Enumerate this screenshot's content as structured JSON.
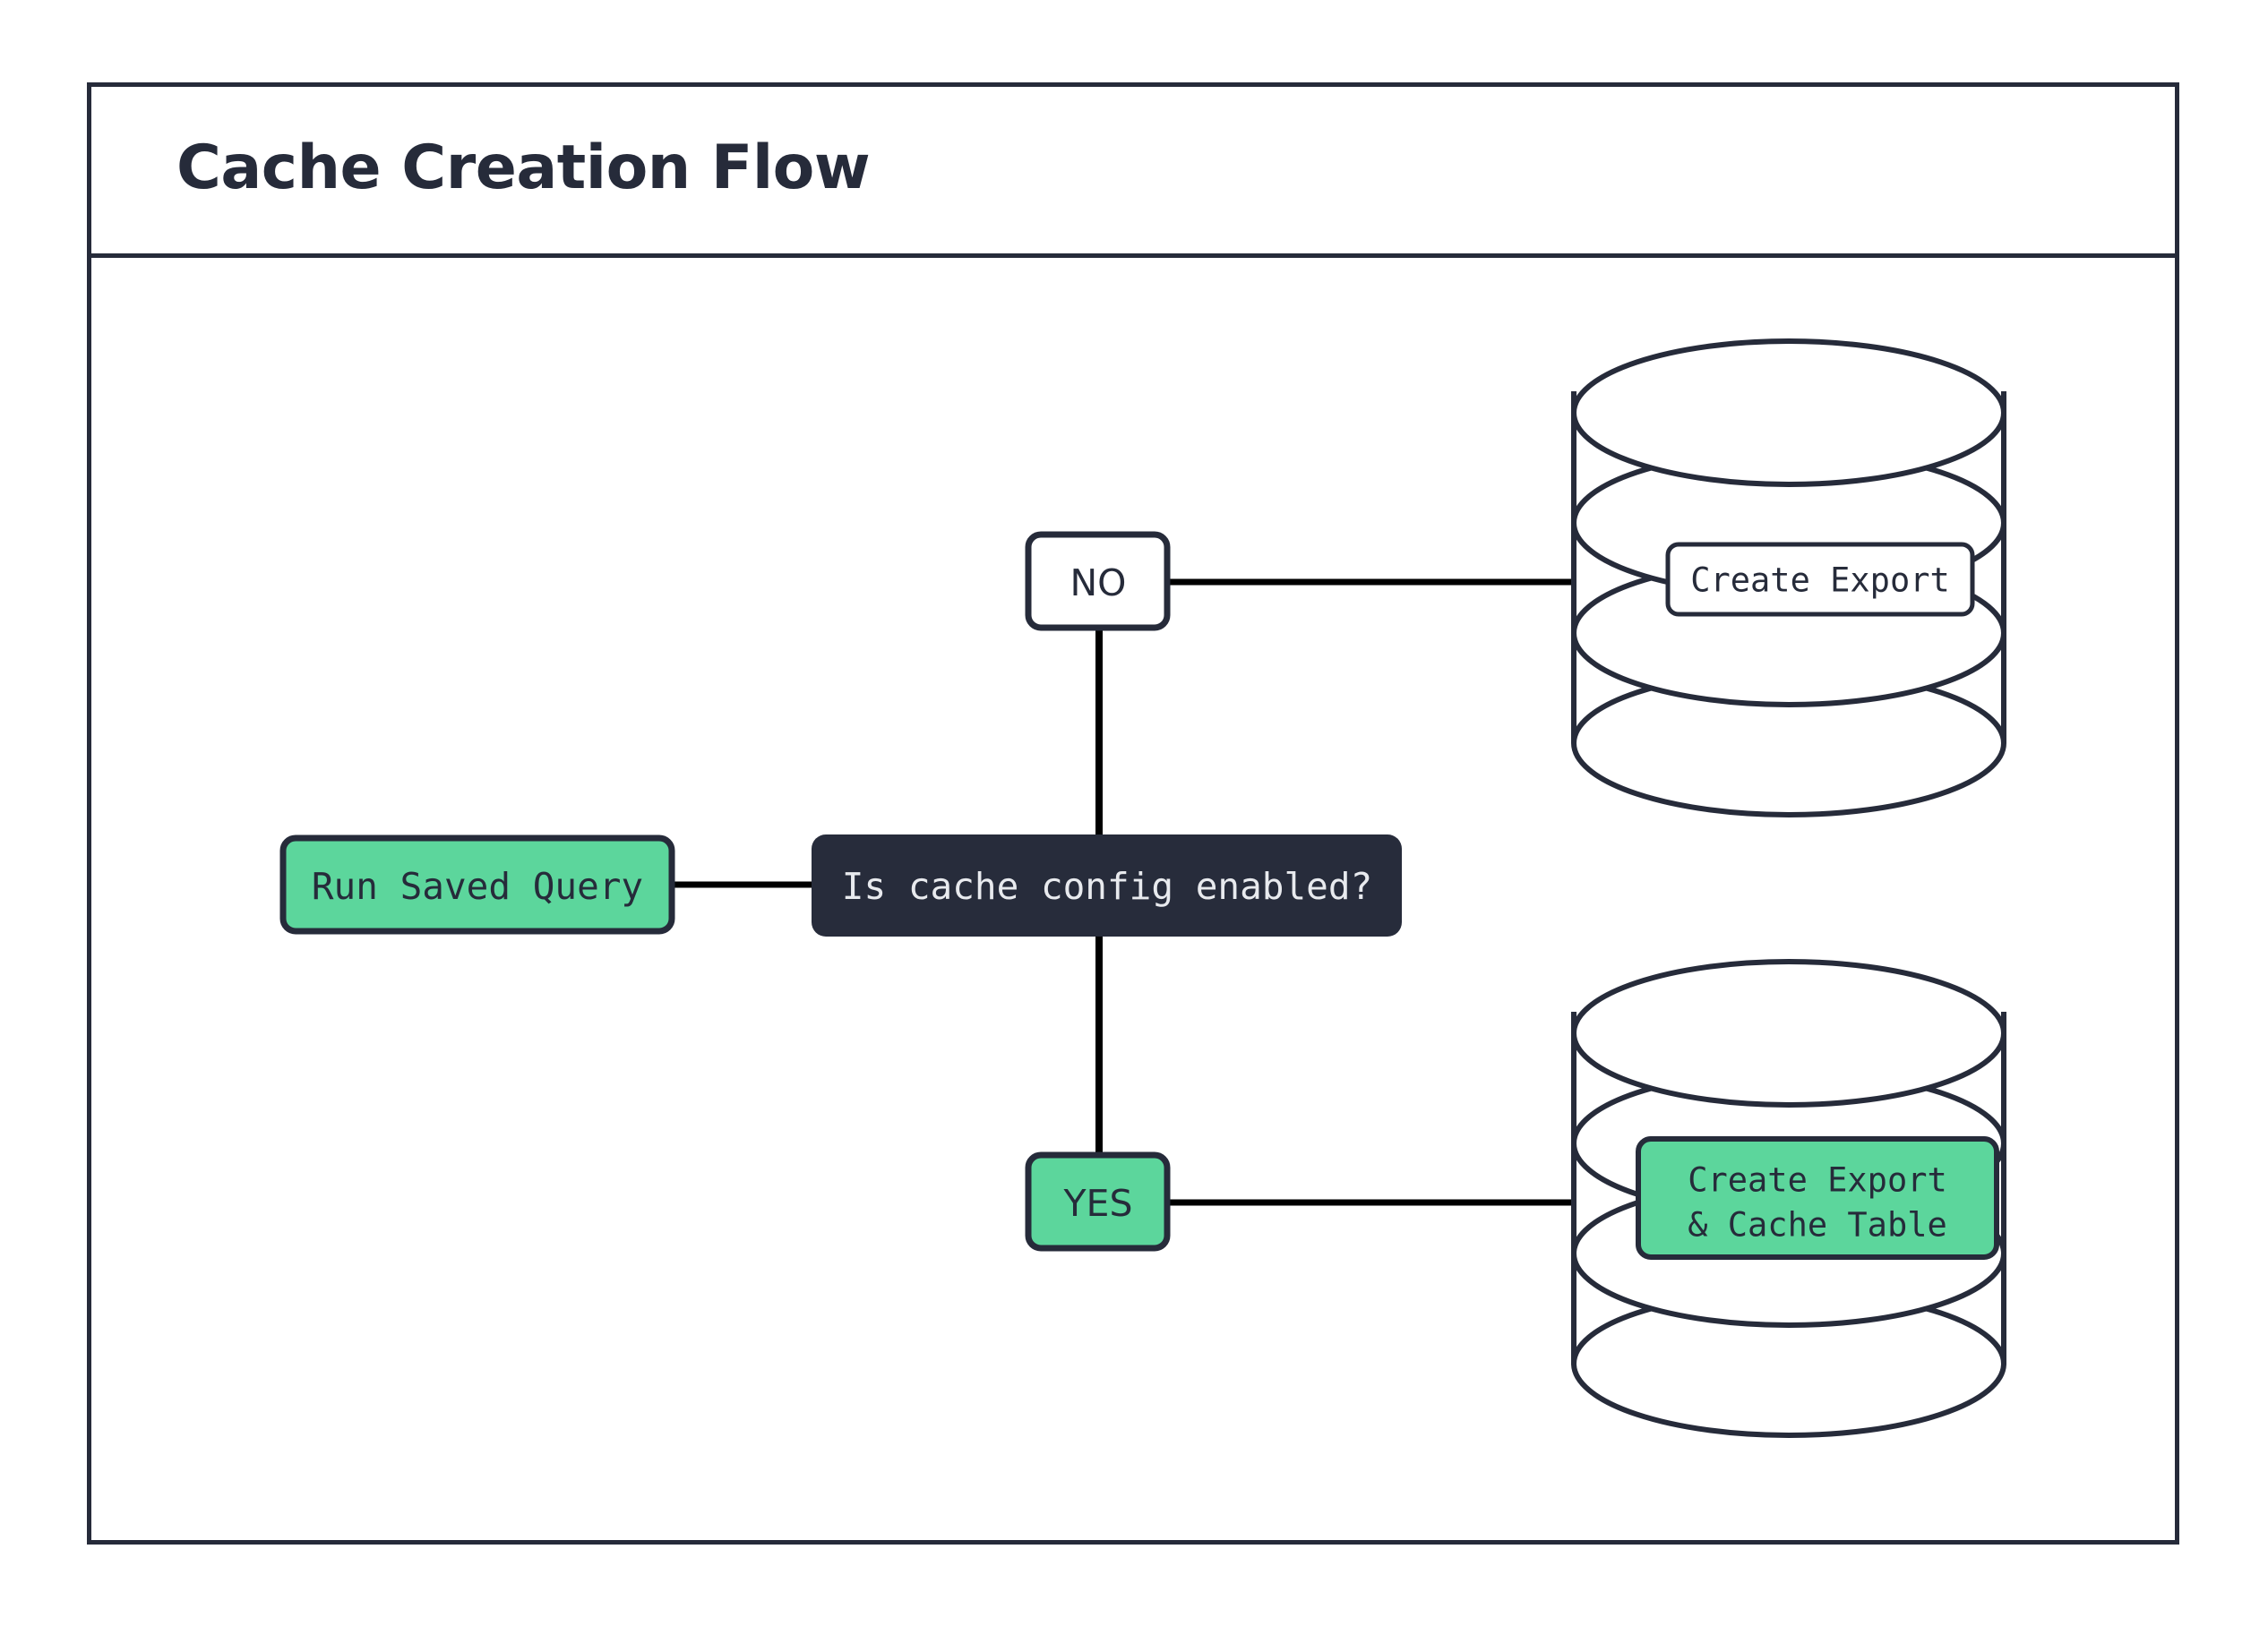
{
  "frame": {
    "title": "Cache Creation Flow"
  },
  "colors": {
    "ink": "#262b3a",
    "green": "#5cd69c",
    "dark_fill": "#272c3b",
    "white": "#ffffff",
    "line": "#000000"
  },
  "diagram": {
    "type": "flowchart",
    "nodes": [
      {
        "id": "run-saved-query",
        "label": "Run Saved Query",
        "shape": "rounded-rect",
        "fill": "green",
        "text_color": "#262b3a"
      },
      {
        "id": "decision",
        "label": "Is cache config enabled?",
        "shape": "rounded-rect",
        "fill": "dark",
        "text_color": "#e8eaee"
      },
      {
        "id": "branch-no",
        "label": "NO",
        "shape": "rounded-rect",
        "fill": "white",
        "text_color": "#262b3a"
      },
      {
        "id": "branch-yes",
        "label": "YES",
        "shape": "rounded-rect",
        "fill": "green",
        "text_color": "#262b3a"
      },
      {
        "id": "db-top",
        "label": "Create Export",
        "shape": "database-cylinder",
        "fill": "white",
        "text_color": "#262b3a"
      },
      {
        "id": "db-bottom",
        "label_line1": "Create Export",
        "label_line2": "& Cache Table",
        "shape": "database-cylinder",
        "fill": "green",
        "text_color": "#262b3a"
      }
    ],
    "edges": [
      {
        "from": "run-saved-query",
        "to": "decision",
        "label": ""
      },
      {
        "from": "decision",
        "to": "branch-no",
        "label": ""
      },
      {
        "from": "branch-no",
        "to": "db-top",
        "label": ""
      },
      {
        "from": "decision",
        "to": "branch-yes",
        "label": ""
      },
      {
        "from": "branch-yes",
        "to": "db-bottom",
        "label": ""
      }
    ]
  }
}
